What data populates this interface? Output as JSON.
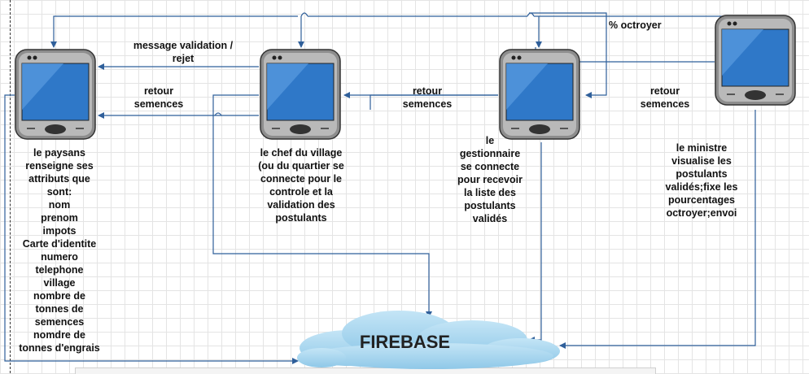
{
  "labels": {
    "message_validation": "message  validation /\nrejet",
    "retour_1": "retour\nsemences",
    "retour_2": "retour\nsemences",
    "retour_3": "retour\nsemences",
    "octroyer": "% octroyer"
  },
  "actors": {
    "paysans": "le paysans\nrenseigne ses\nattributs que\nsont:\nnom\nprenom\nimpots\nCarte d'identite\nnumero\ntelephone\nvillage\nnombre de\ntonnes de\nsemences\nnomdre de\ntonnes d'engrais",
    "chef": "le chef du village\n(ou du quartier se\nconnecte pour le\ncontrole et la\nvalidation des\npostulants",
    "gestionnaire": "le\ngestionnaire\nse connecte\npour recevoir\nla liste des\npostulants\nvalidés",
    "ministre": "le ministre\nvisualise les\npostulants\nvalidés;fixe les\npourcentages\noctroyer;envoi"
  },
  "database": "FIREBASE",
  "colors": {
    "screen": "#2f78c8",
    "cloud": "#a9d6ef",
    "wire": "#2f5f9a"
  }
}
